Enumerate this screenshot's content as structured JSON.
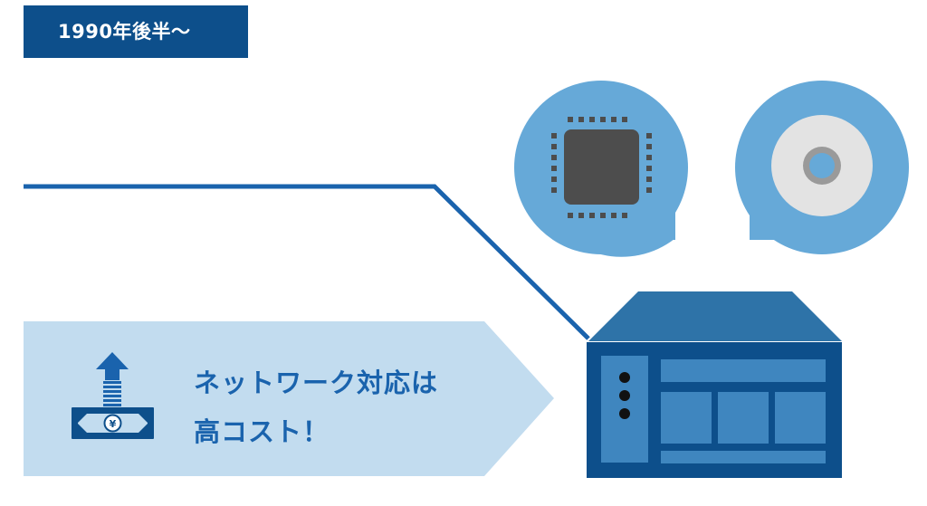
{
  "era": {
    "label": "1990年後半～"
  },
  "callout": {
    "line1": "ネットワーク対応は",
    "line2": "高コスト！"
  },
  "icons": {
    "money": "cost-up-icon",
    "chip": "cpu-chip-icon",
    "disc": "optical-disc-icon",
    "device": "network-appliance-icon"
  },
  "colors": {
    "dark_blue": "#0d4f8b",
    "line_blue": "#1a63ad",
    "light_blue_circle": "#66a9d8",
    "arrow_fill": "#c2dcef",
    "chip_gray": "#4d4d4d",
    "disc_gray": "#e3e3e3",
    "device_top": "#2e73a8",
    "device_panel": "#3f86bf"
  }
}
